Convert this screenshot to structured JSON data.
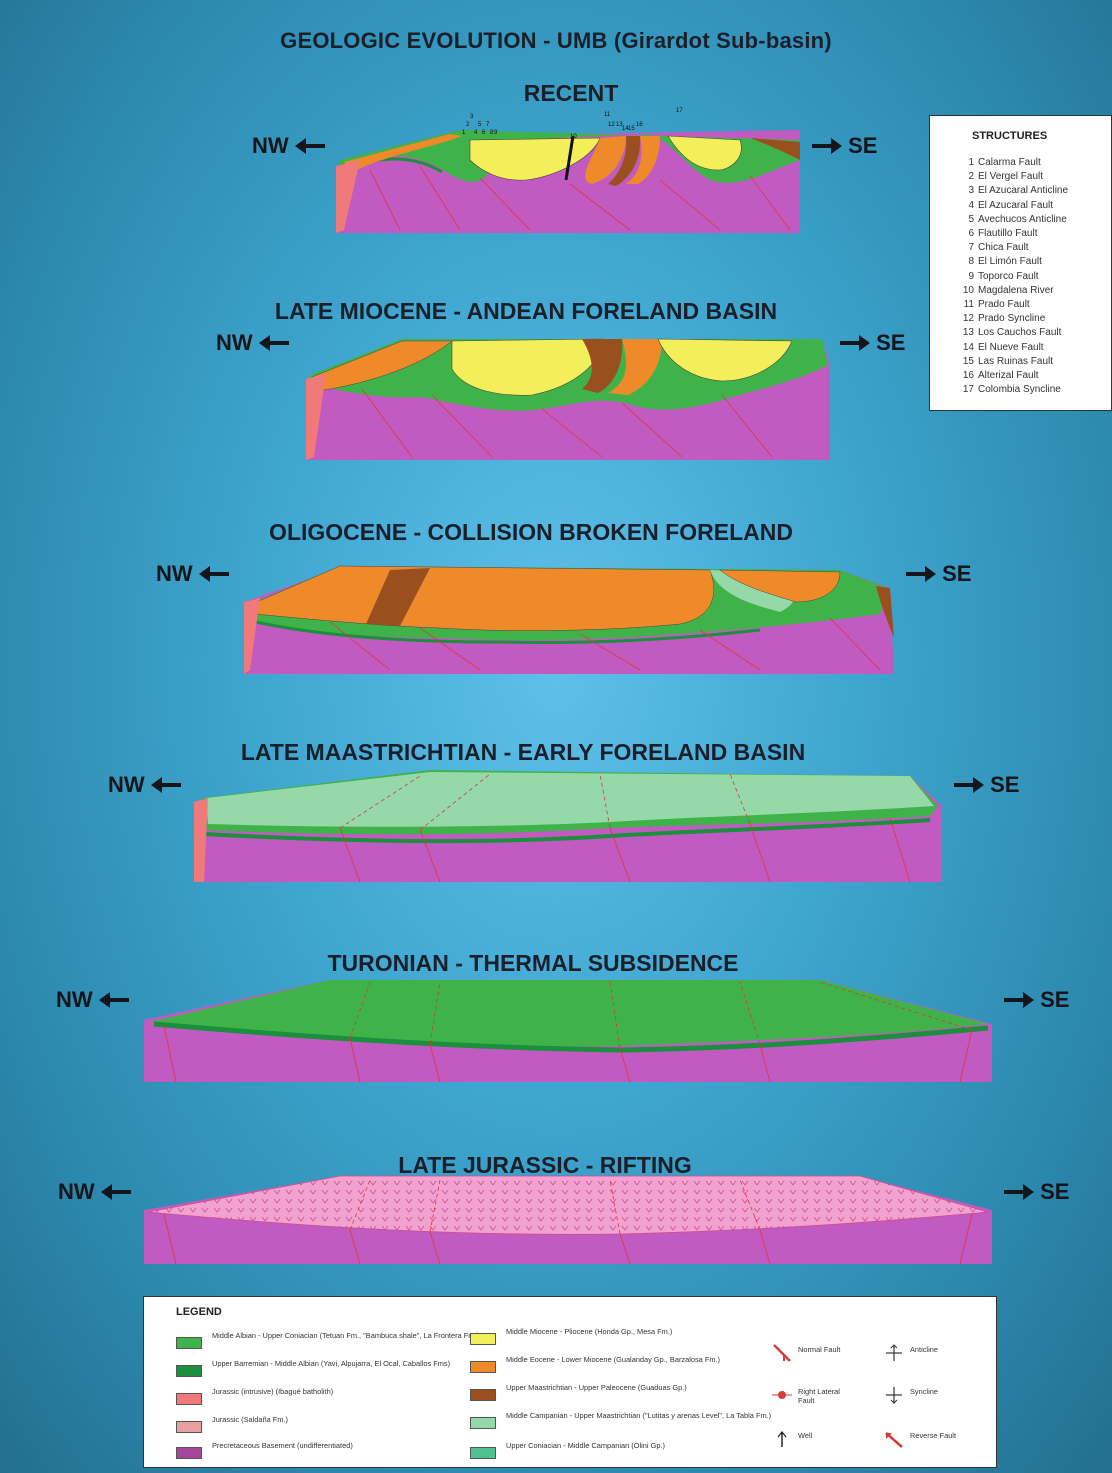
{
  "title": "GEOLOGIC EVOLUTION - UMB (Girardot Sub-basin)",
  "direction_labels": {
    "left": "NW",
    "right": "SE"
  },
  "stages": [
    {
      "name": "RECENT"
    },
    {
      "name": "LATE MIOCENE - ANDEAN FORELAND BASIN"
    },
    {
      "name": "OLIGOCENE - COLLISION BROKEN FORELAND"
    },
    {
      "name": "LATE MAASTRICHTIAN - EARLY FORELAND BASIN"
    },
    {
      "name": "TURONIAN - THERMAL SUBSIDENCE"
    },
    {
      "name": "LATE JURASSIC - RIFTING"
    }
  ],
  "structures": {
    "title": "STRUCTURES",
    "items": [
      {
        "num": "1",
        "name": "Calarma Fault"
      },
      {
        "num": "2",
        "name": "El Vergel Fault"
      },
      {
        "num": "3",
        "name": "El Azucaral Anticline"
      },
      {
        "num": "4",
        "name": "El Azucaral Fault"
      },
      {
        "num": "5",
        "name": "Avechucos Anticline"
      },
      {
        "num": "6",
        "name": "Flautillo Fault"
      },
      {
        "num": "7",
        "name": "Chica Fault"
      },
      {
        "num": "8",
        "name": "El Limón Fault"
      },
      {
        "num": "9",
        "name": "Toporco Fault"
      },
      {
        "num": "10",
        "name": "Magdalena River"
      },
      {
        "num": "11",
        "name": "Prado Fault"
      },
      {
        "num": "12",
        "name": "Prado Syncline"
      },
      {
        "num": "13",
        "name": "Los Cauchos Fault"
      },
      {
        "num": "14",
        "name": "El Nueve Fault"
      },
      {
        "num": "15",
        "name": "Las Ruinas Fault"
      },
      {
        "num": "16",
        "name": "Alterizal Fault"
      },
      {
        "num": "17",
        "name": "Colombia Syncline"
      }
    ]
  },
  "legend": {
    "title": "LEGEND",
    "units": [
      {
        "color": "#3fb34a",
        "text": "Middle Albian - Upper Coniacian (Tetuan Fm., \"Bambuca shale\", La Frontera Fm.)"
      },
      {
        "color": "#1a8f3c",
        "text": "Upper Barremian - Middle Albian (Yavi, Alpujarra, El Ocal, Caballos Fms)"
      },
      {
        "color": "#f07a7a",
        "text": "Jurassic (intrusive) (Ibagué batholith)"
      },
      {
        "color": "#e8a0a0",
        "text": "Jurassic (Saldaña Fm.)"
      },
      {
        "color": "#a4479c",
        "text": "Precretaceous Basement (undifferentiated)"
      },
      {
        "color": "#f3ef5a",
        "text": "Middle Miocene - Pliocene (Honda Gp., Mesa Fm.)"
      },
      {
        "color": "#ee8a2a",
        "text": "Middle Eocene - Lower Miocene (Gualanday Gp., Barzalosa Fm.)"
      },
      {
        "color": "#9a4f1f",
        "text": "Upper Maastrichtian - Upper Paleocene (Guaduas Gp.)"
      },
      {
        "color": "#96d9a8",
        "text": "Middle Campanian - Upper Maastrichtian (\"Lutitas y arenas Level\", La Tabla Fm.)"
      },
      {
        "color": "#4fc08f",
        "text": "Upper Coniacian - Middle Campanian (Olini Gp.)"
      }
    ],
    "symbols": [
      {
        "icon": "normal-fault-icon",
        "text": "Normal Fault"
      },
      {
        "icon": "right-lateral-fault-icon",
        "text": "Right Lateral Fault"
      },
      {
        "icon": "well-icon",
        "text": "Well"
      },
      {
        "icon": "anticline-icon",
        "text": "Anticline"
      },
      {
        "icon": "syncline-icon",
        "text": "Syncline"
      },
      {
        "icon": "reverse-fault-icon",
        "text": "Reverse Fault"
      }
    ]
  },
  "structure_labels_recent": [
    "1",
    "2",
    "3",
    "4",
    "5",
    "6",
    "7",
    "8",
    "9",
    "10",
    "11",
    "12",
    "13",
    "14",
    "15",
    "16",
    "17"
  ],
  "colors": {
    "basement": "#c15bc1",
    "albian_green": "#3fb34a",
    "dark_green": "#1a8f3c",
    "yellow": "#f3ef5a",
    "orange": "#ee8a2a",
    "brown": "#9a4f1f",
    "light_green": "#96d9a8",
    "pink": "#f07a7a",
    "rift_pink": "#f2a2cf",
    "fault_red": "#d83a3a"
  }
}
